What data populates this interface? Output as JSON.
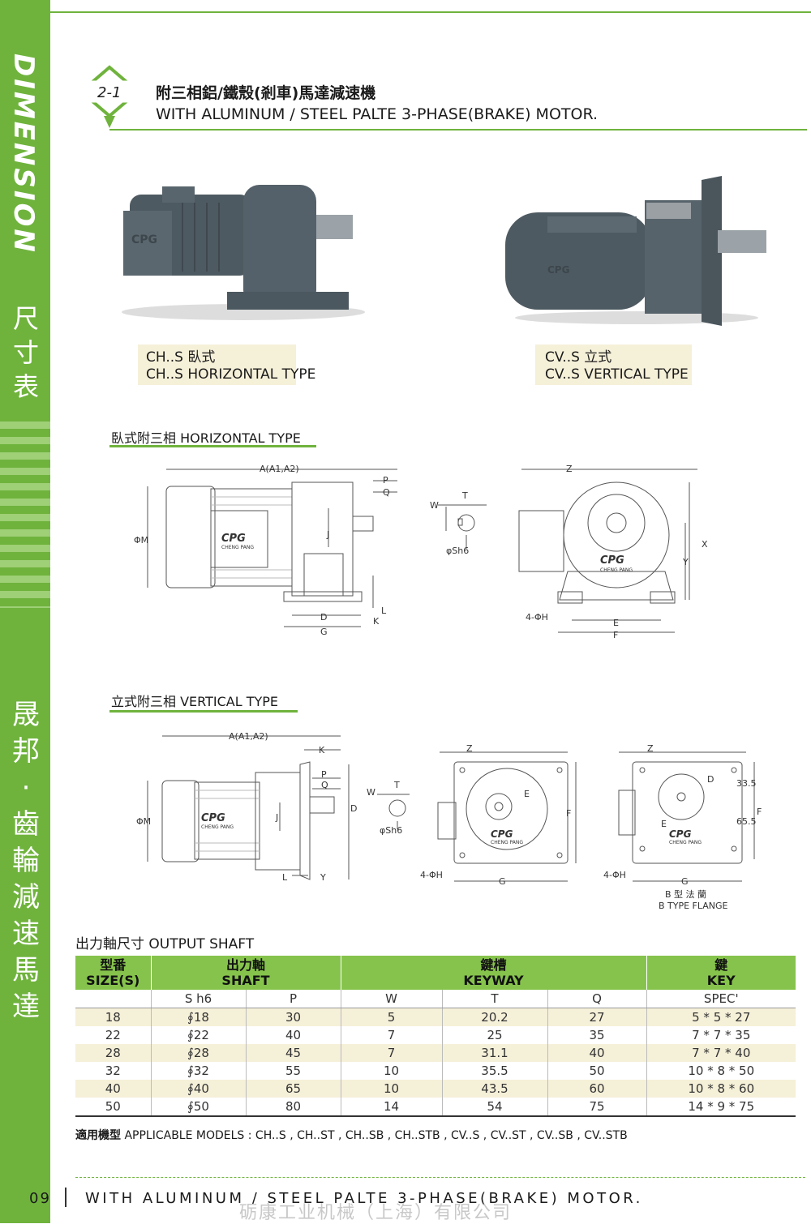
{
  "sidebar": {
    "dimension_word": "DIMENSION",
    "chart_chars": [
      "尺",
      "寸",
      "表"
    ],
    "brand_chars": [
      "晟",
      "邦",
      "·",
      "齒",
      "輪",
      "減",
      "速",
      "馬",
      "達"
    ]
  },
  "header": {
    "section_no": "2-1",
    "title_zh": "附三相鋁/鐵殼(剎車)馬達減速機",
    "title_en": "WITH ALUMINUM / STEEL PALTE 3-PHASE(BRAKE) MOTOR."
  },
  "photos": {
    "left_caption_1": "CH..S 臥式",
    "left_caption_2": "CH..S HORIZONTAL TYPE",
    "right_caption_1": "CV..S 立式",
    "right_caption_2": "CV..S VERTICAL TYPE",
    "logo": "CPG"
  },
  "horizontal": {
    "title": "臥式附三相 HORIZONTAL TYPE",
    "labels": {
      "a": "A(A1,A2)",
      "p": "P",
      "q": "Q",
      "m": "ΦM",
      "j": "J",
      "l": "L",
      "d": "D",
      "k": "K",
      "g": "G",
      "w": "W",
      "t": "T",
      "sh": "φSh6",
      "z": "Z",
      "x": "X",
      "y": "Y",
      "h": "4-ΦH",
      "e": "E",
      "f": "F",
      "logo": "CPG",
      "brand": "CHENG PANG"
    }
  },
  "vertical": {
    "title": "立式附三相 VERTICAL TYPE",
    "labels": {
      "a": "A(A1,A2)",
      "k": "K",
      "p": "P",
      "q": "Q",
      "m": "ΦM",
      "j": "J",
      "d": "D",
      "l": "L",
      "y": "Y",
      "w": "W",
      "t": "T",
      "sh": "φSh6",
      "z": "Z",
      "e": "E",
      "f": "F",
      "h": "4-ΦH",
      "g": "G",
      "d2": "D",
      "v1": "33.5",
      "v2": "65.5",
      "logo": "CPG",
      "brand": "CHENG PANG",
      "flange_zh": "B 型 法 蘭",
      "flange_en": "B TYPE FLANGE"
    }
  },
  "output_shaft": {
    "title": "出力軸尺寸  OUTPUT SHAFT",
    "headers": {
      "size_zh": "型番",
      "size_en": "SIZE(S)",
      "shaft_zh": "出力軸",
      "shaft_en": "SHAFT",
      "keyway_zh": "鍵槽",
      "keyway_en": "KEYWAY",
      "key_zh": "鍵",
      "key_en": "KEY"
    },
    "sub_headers": [
      "",
      "S h6",
      "P",
      "W",
      "T",
      "Q",
      "SPEC'"
    ],
    "rows": [
      [
        "18",
        "∮18",
        "30",
        "5",
        "20.2",
        "27",
        "5 * 5 * 27"
      ],
      [
        "22",
        "∮22",
        "40",
        "7",
        "25",
        "35",
        "7 * 7 * 35"
      ],
      [
        "28",
        "∮28",
        "45",
        "7",
        "31.1",
        "40",
        "7 * 7 * 40"
      ],
      [
        "32",
        "∮32",
        "55",
        "10",
        "35.5",
        "50",
        "10 * 8 * 50"
      ],
      [
        "40",
        "∮40",
        "65",
        "10",
        "43.5",
        "60",
        "10 * 8 * 60"
      ],
      [
        "50",
        "∮50",
        "80",
        "14",
        "54",
        "75",
        "14 * 9 * 75"
      ]
    ]
  },
  "models": {
    "label": "適用機型",
    "text": " APPLICABLE MODELS : CH..S , CH..ST , CH..SB , CH..STB , CV..S , CV..ST , CV..SB , CV..STB"
  },
  "footer": {
    "page": "09",
    "text": "WITH ALUMINUM / STEEL PALTE 3-PHASE(BRAKE) MOTOR.",
    "watermark": "砺康工业机械（上海）有限公司"
  },
  "colors": {
    "green": "#6fb33d",
    "table_header": "#86c34c",
    "row_alt": "#f5f0d8",
    "motor": "#4e5a61"
  }
}
